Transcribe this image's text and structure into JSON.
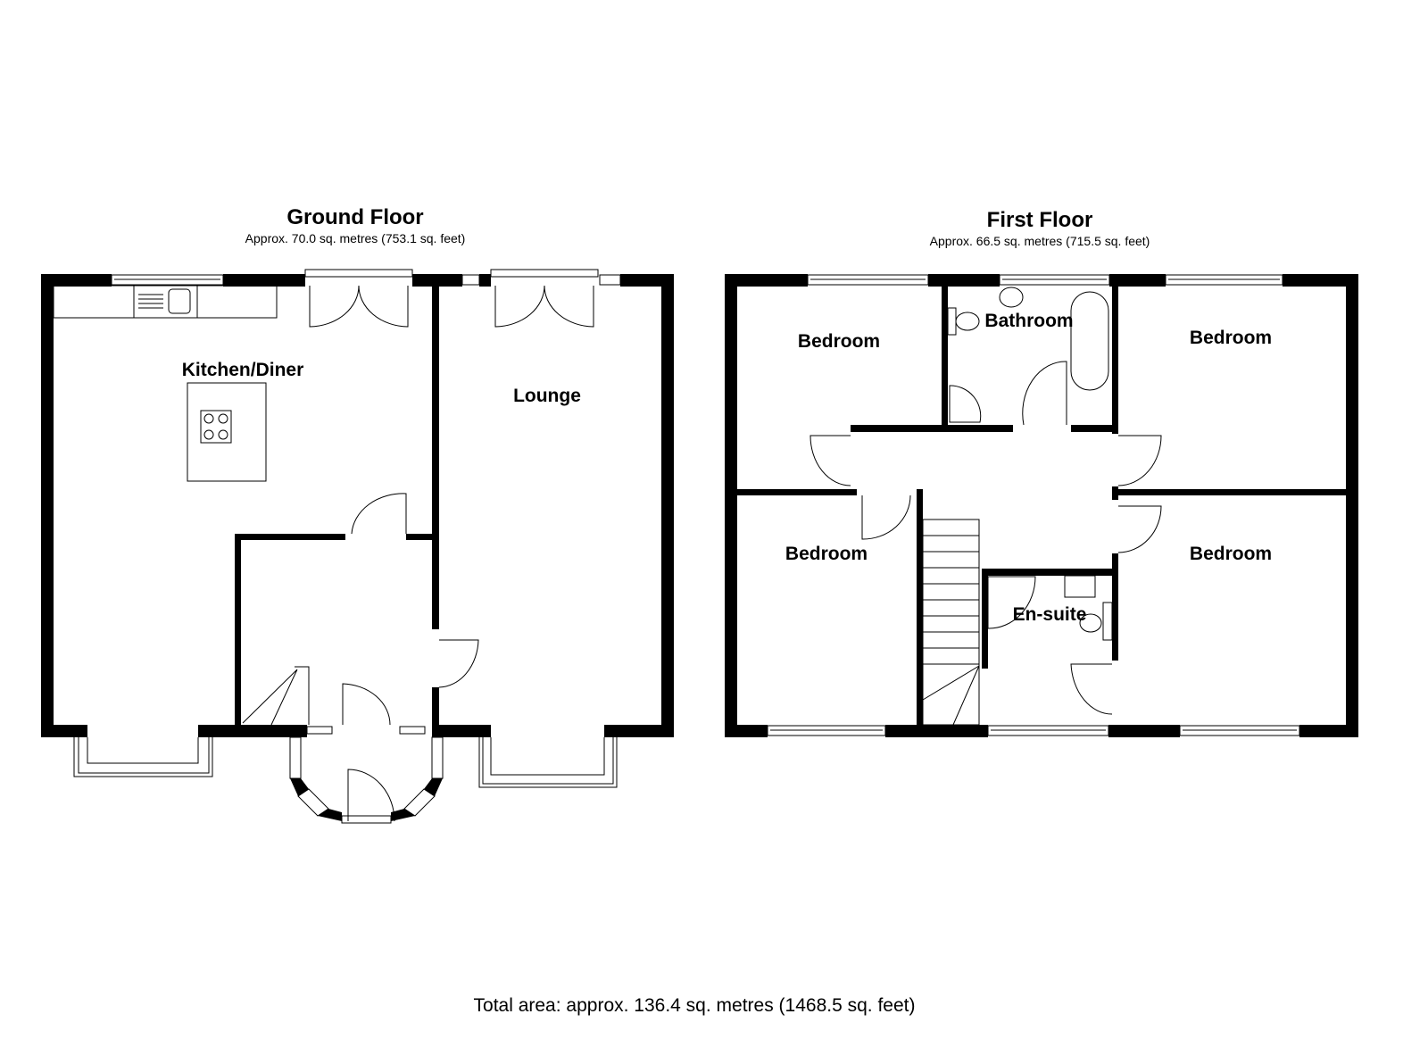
{
  "ground_floor": {
    "title": "Ground Floor",
    "area": "Approx. 70.0 sq. metres (753.1 sq. feet)",
    "rooms": [
      "Kitchen/Diner",
      "Lounge"
    ]
  },
  "first_floor": {
    "title": "First Floor",
    "area": "Approx. 66.5 sq. metres (715.5 sq. feet)",
    "rooms": [
      "Bedroom",
      "Bathroom",
      "Bedroom",
      "Bedroom",
      "En-suite",
      "Bedroom"
    ]
  },
  "total_area": "Total area: approx. 136.4 sq. metres (1468.5 sq. feet)"
}
